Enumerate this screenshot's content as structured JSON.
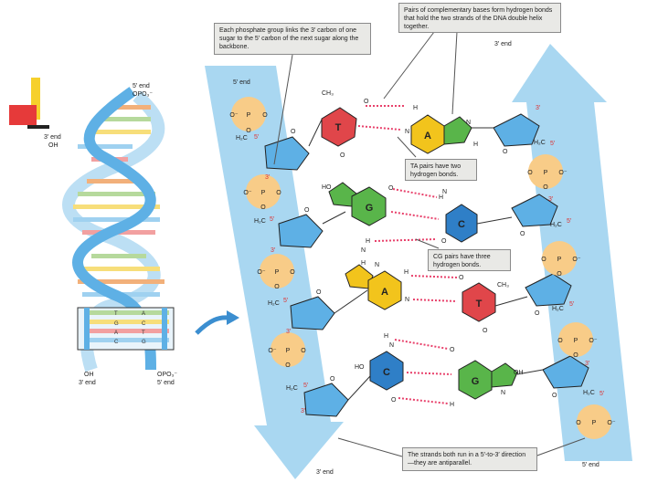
{
  "callouts": {
    "phosphate": "Each phosphate group links the 3′ carbon of one sugar to the 5′ carbon of the next sugar along the backbone.",
    "pairs": "Pairs of complementary bases form hydrogen bonds that hold the two strands of the DNA double helix together.",
    "ta": "TA pairs have two hydrogen bonds.",
    "cg": "CG pairs have three hydrogen bonds.",
    "antiparallel": "The strands both run in a 5′-to-3′ direction—they are antiparallel."
  },
  "helix": {
    "five_end": "5′ end",
    "opo3_top": "OPO₃⁻",
    "three_end_label": "3′ end",
    "oh_top": "OH",
    "oh_bottom": "OH",
    "three_end_bottom": "3′ end",
    "opo3_bottom": "OPO₃⁻",
    "five_end_bottom": "5′ end",
    "box_letters": [
      "T",
      "A",
      "G",
      "C",
      "A",
      "T",
      "C",
      "G"
    ]
  },
  "strands": {
    "left_top": "5′ end",
    "left_bottom": "3′ end",
    "right_top": "3′ end",
    "right_bottom": "5′ end"
  },
  "labels": {
    "five_prime": "5′",
    "three_prime": "3′",
    "ch3": "CH₃",
    "h2c": "H₂C",
    "h": "H",
    "o": "O",
    "n": "N",
    "p": "P",
    "o_minus": "O⁻",
    "ho": "HO",
    "oh": "OH"
  },
  "bases": {
    "t": "T",
    "a": "A",
    "g": "G",
    "c": "C"
  },
  "colors": {
    "thymine": "#e0464a",
    "adenine": "#f2c41c",
    "guanine": "#59b54a",
    "cytosine": "#2f7fc7",
    "phosphate": "#f8cc88",
    "sugar": "#5eb0e5",
    "strand": "#a9d7f1",
    "hbond": "#e8416b",
    "corner_yellow": "#f6d02c",
    "corner_red": "#e63a3a"
  }
}
